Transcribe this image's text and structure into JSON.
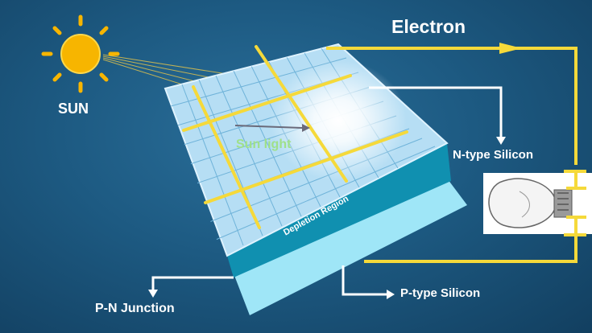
{
  "labels": {
    "sun": "SUN",
    "electron": "Electron",
    "sunlight": "Sun light",
    "n_type": "N-type Silicon",
    "depletion": "Depletion Region",
    "p_type": "P-type Silicon",
    "pn_junction": "P-N Junction"
  },
  "icons": {
    "sun": "sun-icon",
    "bulb": "light-bulb-icon"
  },
  "colors": {
    "background": "#1d5a82",
    "wire": "#f5d93a",
    "sun": "#f7b500",
    "panel_cell": "#a9d8f2",
    "depletion_band": "#1090b0",
    "p_layer": "#9fe6f7",
    "text": "#ffffff",
    "sunlight_text": "#9fe08a"
  }
}
